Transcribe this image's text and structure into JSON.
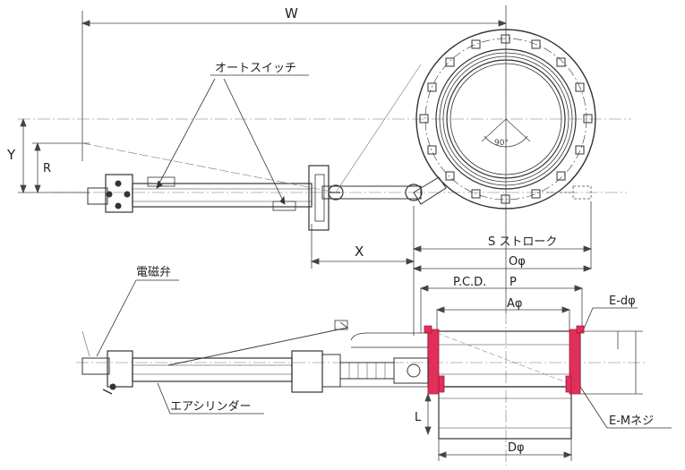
{
  "labels": {
    "w": "W",
    "y": "Y",
    "r": "R",
    "x": "X",
    "auto_switch": "オートスイッチ",
    "s_stroke": "S  ストローク",
    "o_phi": "Oφ",
    "pcd": "P.C.D.",
    "p": "P",
    "a_phi": "Aφ",
    "e_d_phi": "E-dφ",
    "solenoid_valve": "電磁弁",
    "air_cylinder": "エアシリンダー",
    "l": "L",
    "e_m_screw": "E-Mネジ",
    "d_phi": "Dφ",
    "angle": "90°"
  },
  "colors": {
    "line": "#333333",
    "thin": "#666666",
    "red": "#e0305a",
    "paper": "#ffffff"
  }
}
